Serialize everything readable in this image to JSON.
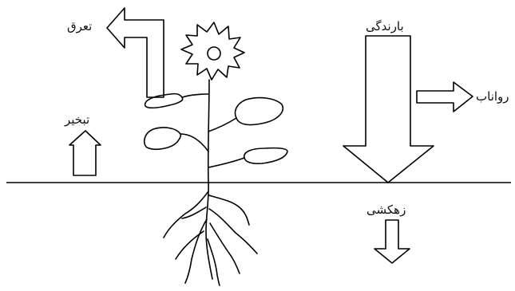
{
  "labels": {
    "transpiration": "تعرق",
    "evaporation": "تبخير",
    "precipitation": "بارندگی",
    "runoff": "رواناب",
    "drainage": "زهکشی"
  }
}
